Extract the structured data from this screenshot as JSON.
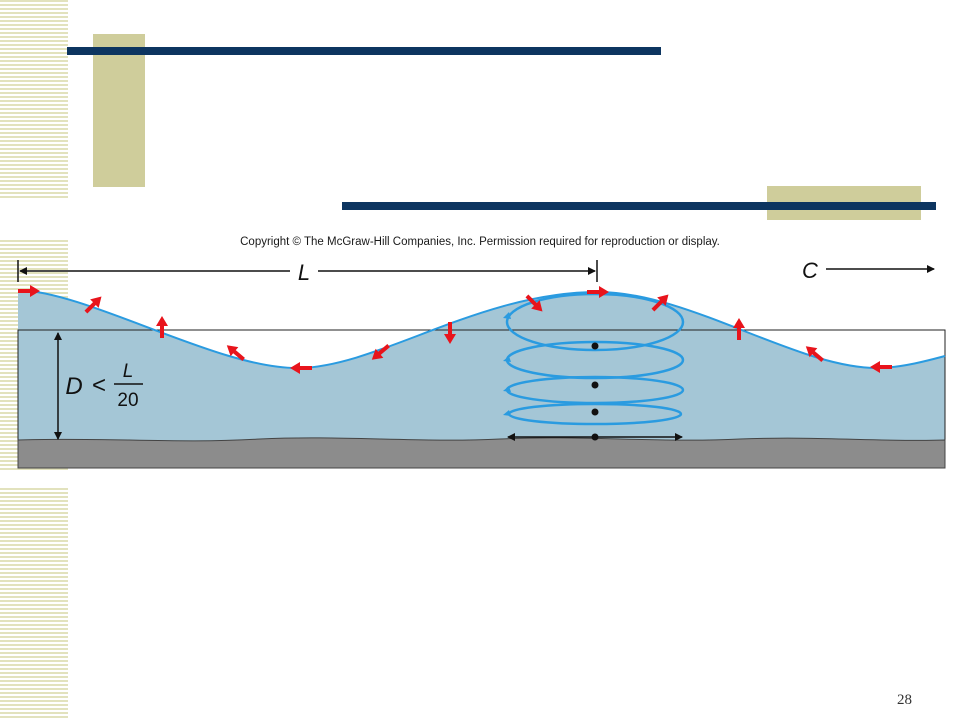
{
  "copyright": "Copyright © The McGraw-Hill Companies, Inc. Permission required for reproduction or display.",
  "labels": {
    "wavelength": "L",
    "celerity": "C",
    "depth": "D",
    "less_than": "<",
    "fraction_numerator": "L",
    "fraction_denominator": "20"
  },
  "page_number": "28",
  "colors": {
    "water": "#a4c6d6",
    "seafloor": "#8c8c8c",
    "wave_line": "#2a9be0",
    "orbit": "#2a9be0",
    "particle_arrow": "#e8141c",
    "accent_bar": "#0d3560",
    "accent_block": "#cfcd9b"
  },
  "icons": {
    "particle_arrow": "red-arrow-icon",
    "direction_arrow": "arrow-right-icon"
  }
}
